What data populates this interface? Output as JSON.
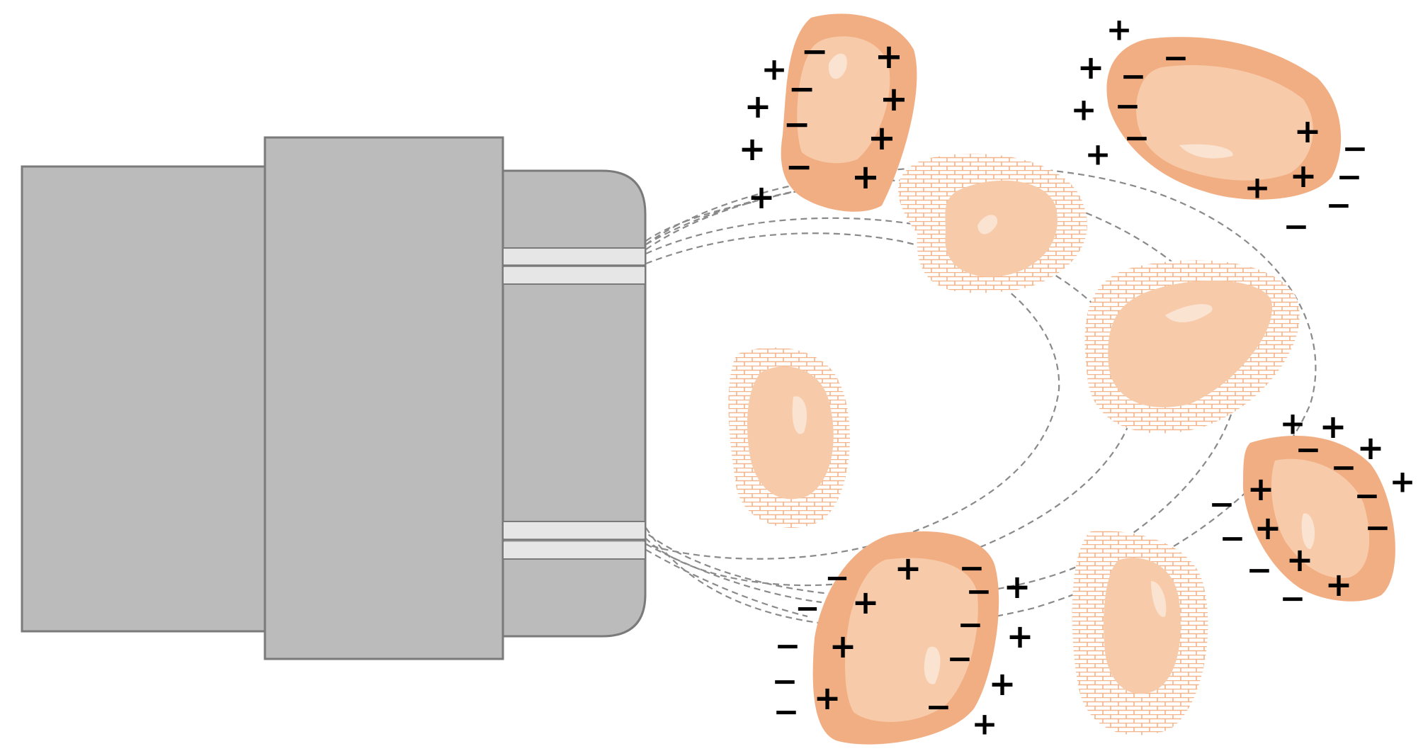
{
  "colors": {
    "device_body": "#bbbbbb",
    "device_outline": "#7a7a7a",
    "device_band": "#e6e6e6",
    "field_line": "#8a8a8a",
    "particle_outer": "#f2ae83",
    "particle_inner": "#f7cbaa",
    "particle_highlight": "#fbe3d2",
    "neutral_particle_texture": "#f3b48a",
    "charge_symbol": "#000000"
  },
  "symbols": {
    "positive_charge": "+",
    "negative_charge": "−"
  },
  "particles": [
    {
      "id": "top-left",
      "state": "charged"
    },
    {
      "id": "top-right",
      "state": "charged"
    },
    {
      "id": "mid-right",
      "state": "charged"
    },
    {
      "id": "bottom-center",
      "state": "charged"
    },
    {
      "id": "upper-center",
      "state": "neutral"
    },
    {
      "id": "center-right",
      "state": "neutral"
    },
    {
      "id": "left-center",
      "state": "neutral"
    },
    {
      "id": "lower-right",
      "state": "neutral"
    }
  ]
}
